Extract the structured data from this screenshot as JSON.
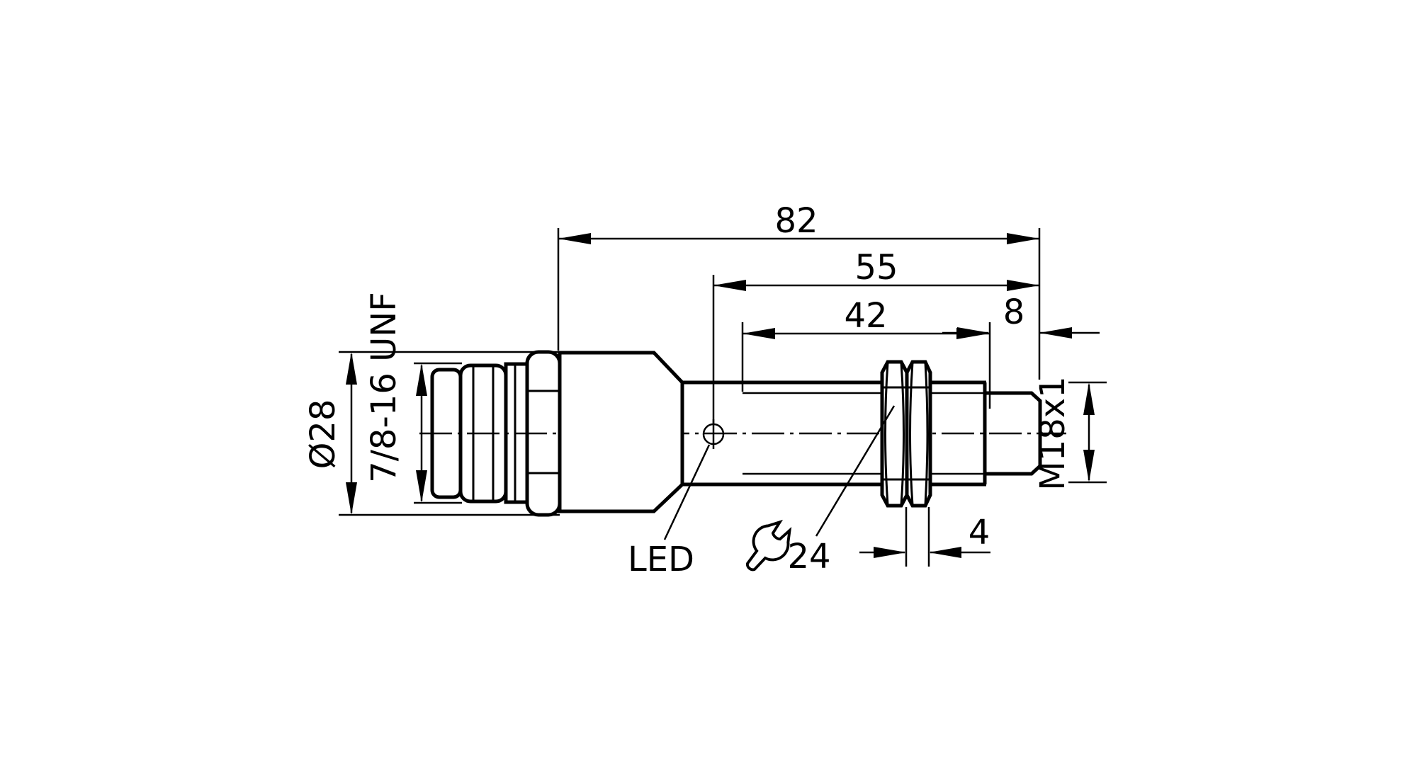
{
  "drawing": {
    "title": "inductive-sensor-dimension-drawing",
    "background_color": "#ffffff",
    "line_color": "#000000",
    "dimensions": {
      "overall_length": "82",
      "length_to_led": "55",
      "thread_length": "42",
      "tip_length": "8",
      "nut_thickness": "4",
      "body_diameter": "Ø28",
      "connector_thread": "7/8-16 UNF",
      "barrel_thread": "M18x1",
      "wrench_size": "24"
    },
    "labels": {
      "led": "LED"
    },
    "icons": [
      {
        "name": "wrench-icon",
        "meaning": "spanner size for hex nuts"
      }
    ]
  }
}
